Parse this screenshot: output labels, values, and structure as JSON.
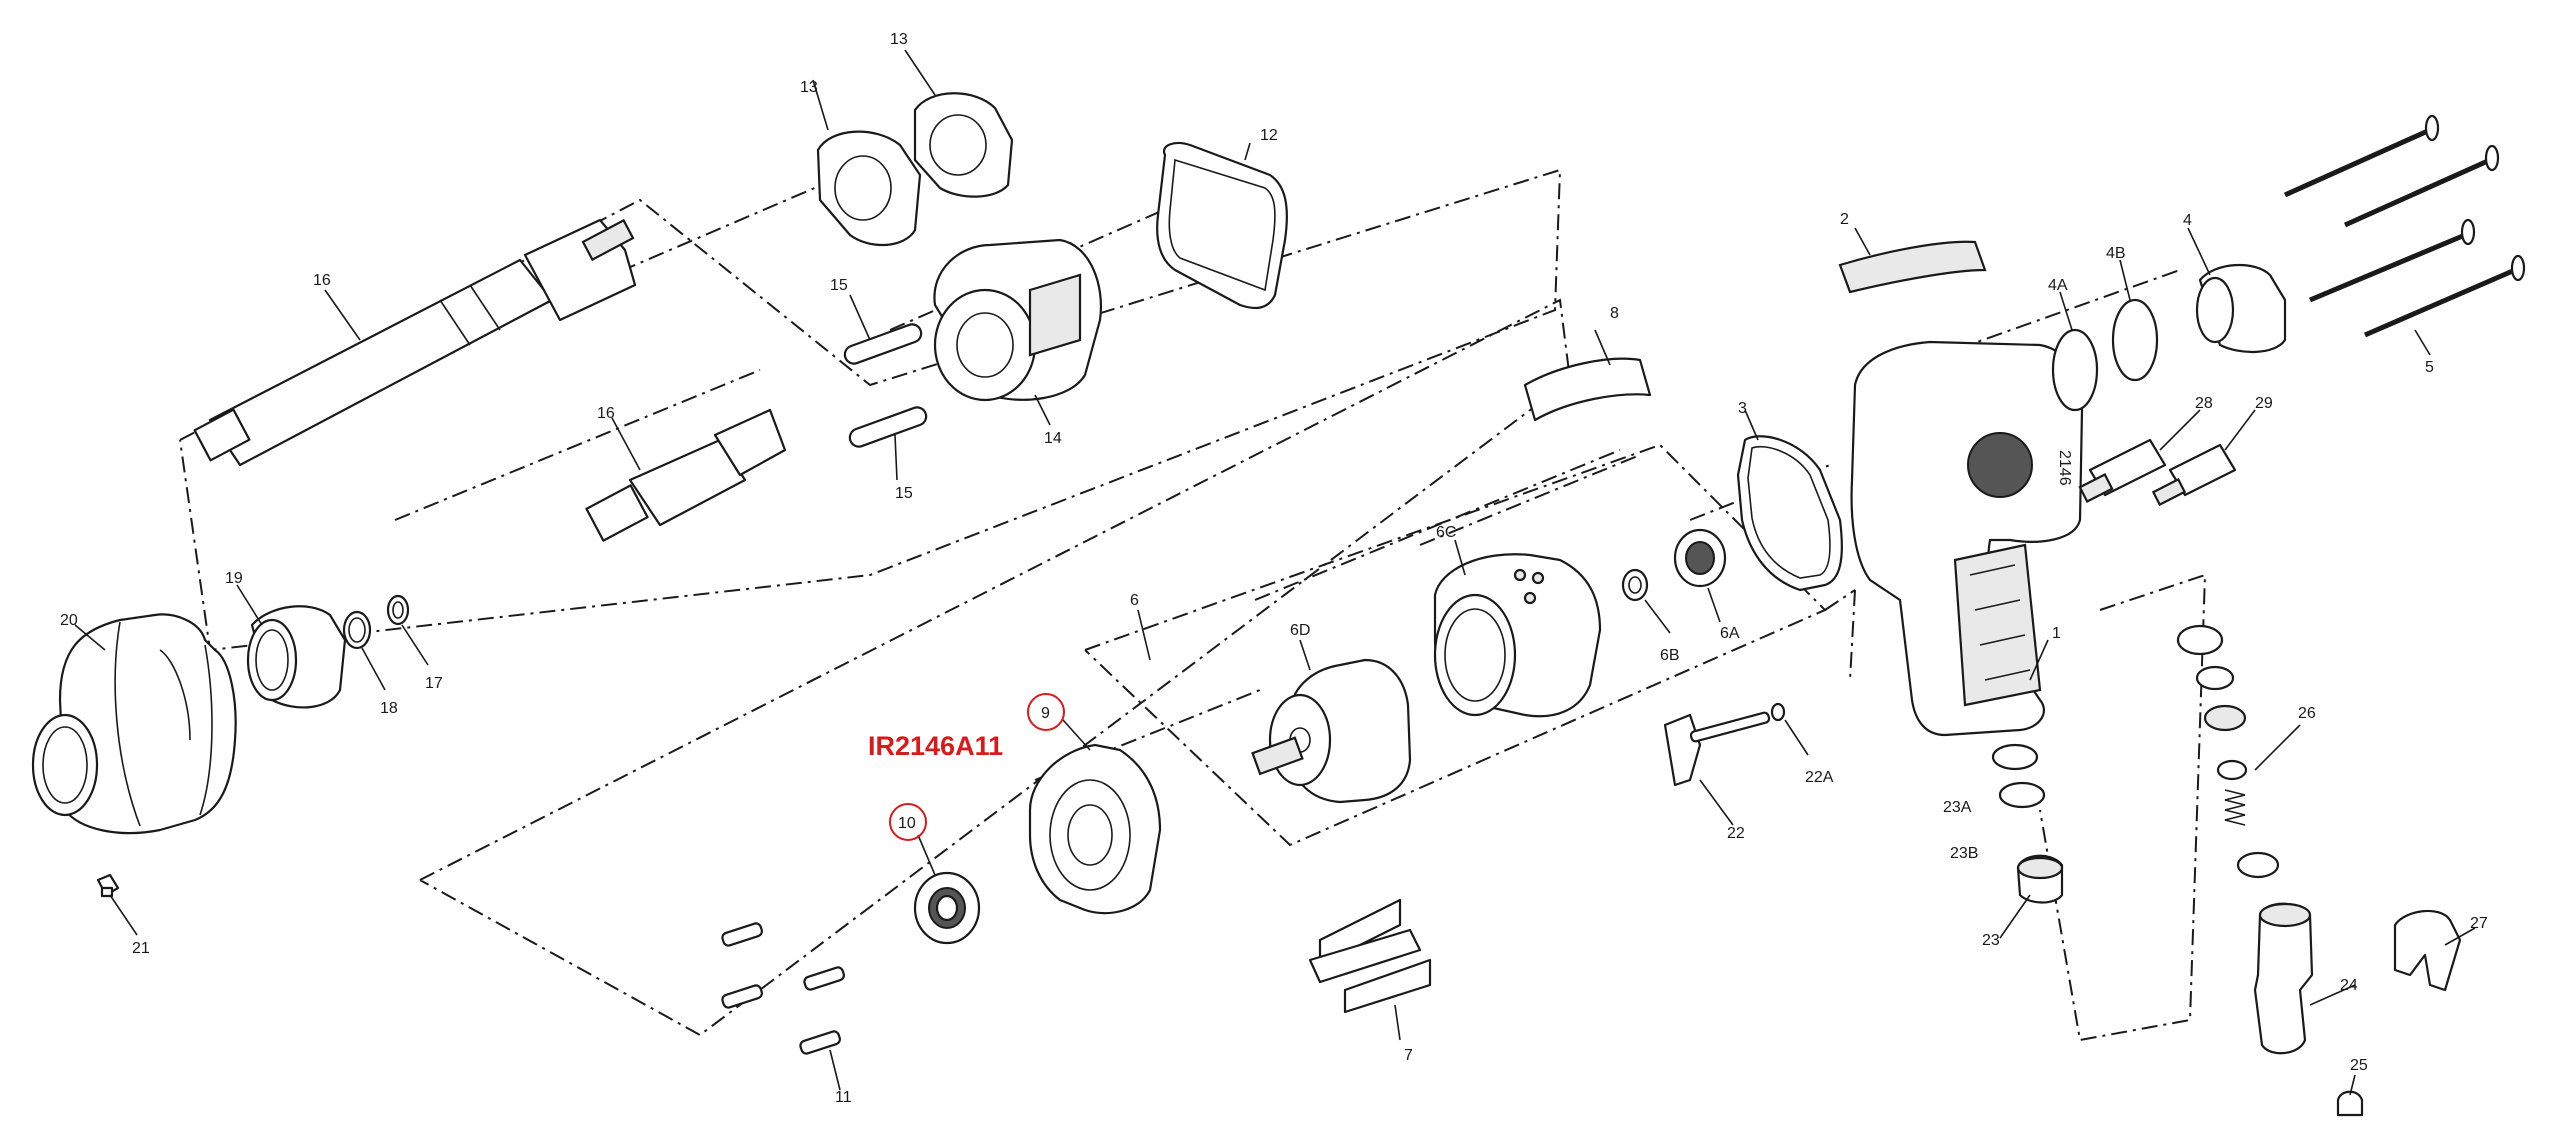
{
  "model_title": "IR2146A11",
  "housing_text": "2146",
  "colors": {
    "highlight": "#d91a1a",
    "line": "#1a1a1a",
    "fill": "#ffffff",
    "shade": "#e9e9e9"
  },
  "labels": {
    "p1": "1",
    "p2": "2",
    "p3": "3",
    "p4": "4",
    "p4a": "4A",
    "p4b": "4B",
    "p5": "5",
    "p6": "6",
    "p6a": "6A",
    "p6b": "6B",
    "p6c": "6C",
    "p6d": "6D",
    "p7": "7",
    "p8": "8",
    "p9": "9",
    "p10": "10",
    "p11": "11",
    "p12": "12",
    "p13a": "13",
    "p13b": "13",
    "p14": "14",
    "p15a": "15",
    "p15b": "15",
    "p16a": "16",
    "p16b": "16",
    "p17": "17",
    "p18": "18",
    "p19": "19",
    "p20": "20",
    "p21": "21",
    "p22": "22",
    "p22a": "22A",
    "p23": "23",
    "p23a": "23A",
    "p23b": "23B",
    "p24": "24",
    "p25": "25",
    "p26": "26",
    "p27": "27",
    "p28": "28",
    "p29": "29"
  }
}
